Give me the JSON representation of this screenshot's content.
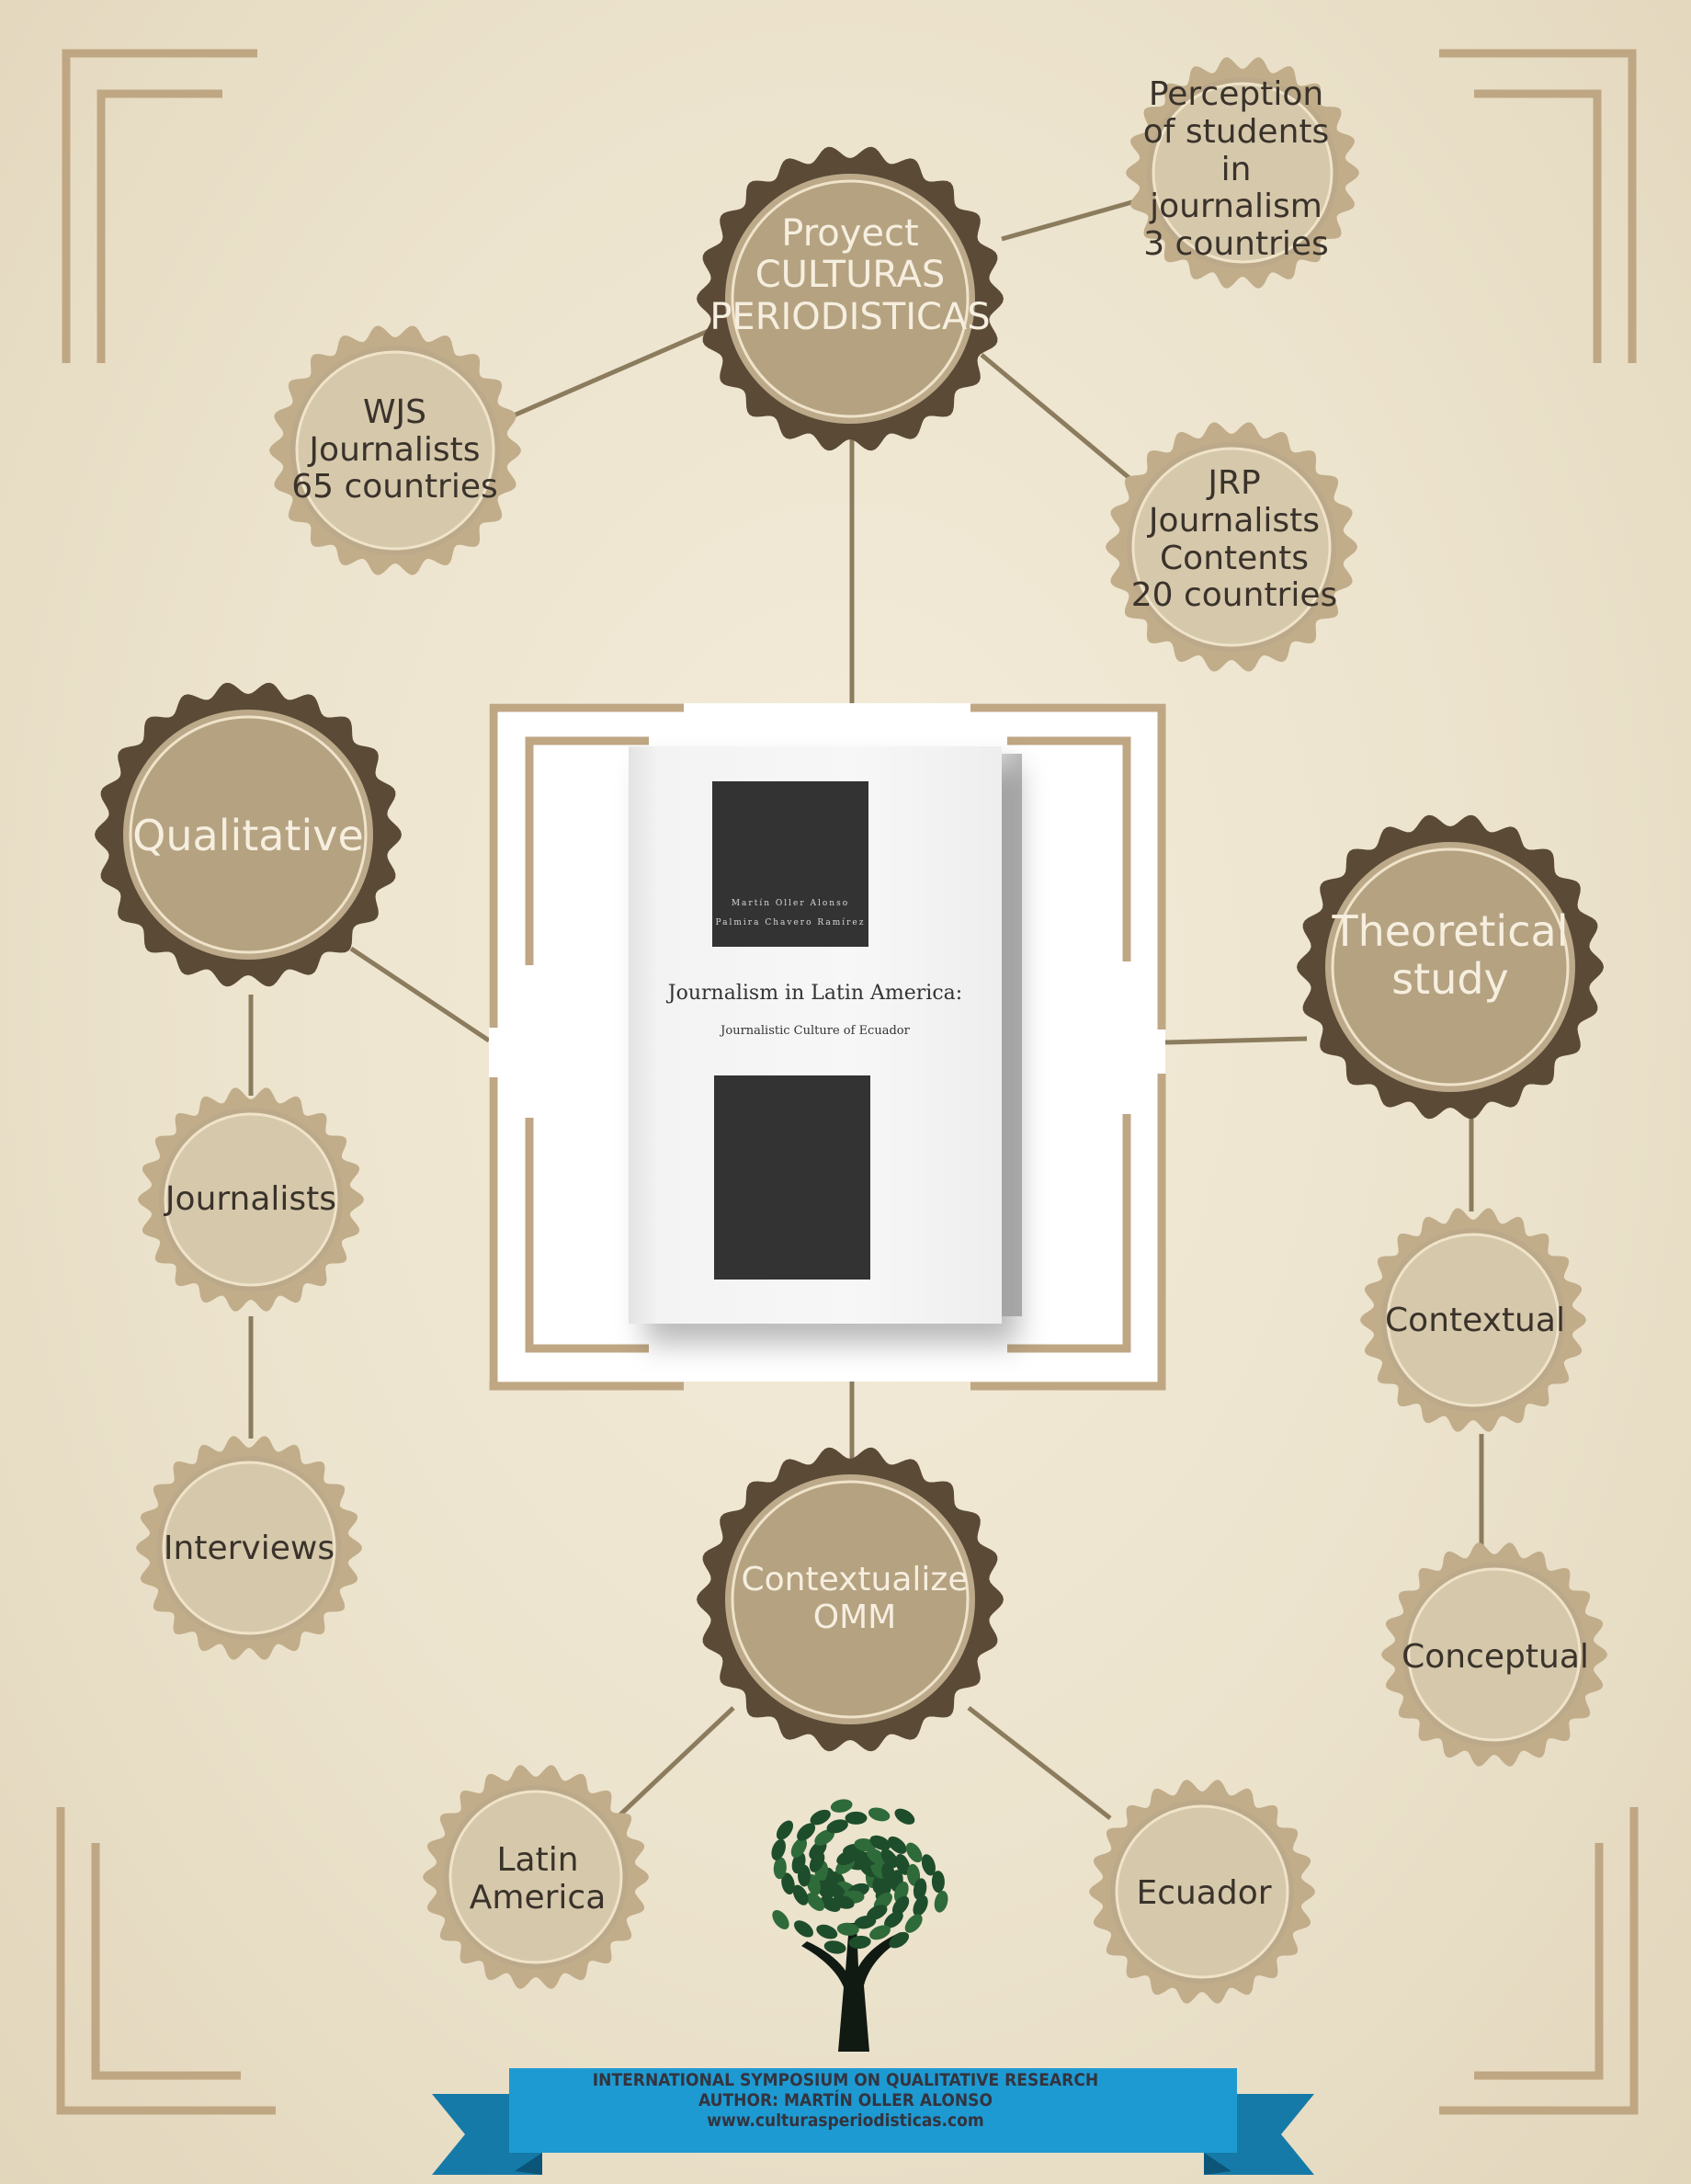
{
  "diagram": {
    "hub_project": "Proyect\nCULTURAS\nPERIODISTICAS",
    "perception": "Perception\nof students\nin\njournalism\n3 countries",
    "wjs": "WJS\nJournalists\n65 countries",
    "jrp": "JRP\nJournalists\nContents\n20 countries",
    "qualitative": "Qualitative",
    "theoretical": "Theoretical\nstudy",
    "journalists": "Journalists",
    "interviews": "Interviews",
    "contextual": "Contextual",
    "conceptual": "Conceptual",
    "contextualize": "Contextualize\nOMM",
    "latin_america": "Latin\nAmerica",
    "ecuador": "Ecuador"
  },
  "book": {
    "author1": "Martín Oller Alonso",
    "author2": "Palmira Chavero Ramírez",
    "title": "Journalism in Latin America:",
    "subtitle": "Journalistic Culture of Ecuador"
  },
  "banner": {
    "line1": "INTERNATIONAL SYMPOSIUM ON QUALITATIVE RESEARCH",
    "line2": "AUTHOR: MARTÍN OLLER ALONSO",
    "line3": "www.culturasperiodisticas.com"
  },
  "colors": {
    "dark_ring": "#5a4a36",
    "light_ring": "#c1ad8a",
    "fill": "#bba98a",
    "connector": "#8b7c5e",
    "frame": "#bfa784",
    "banner": "#1e9ad2",
    "tree": "#1e4d2b"
  }
}
